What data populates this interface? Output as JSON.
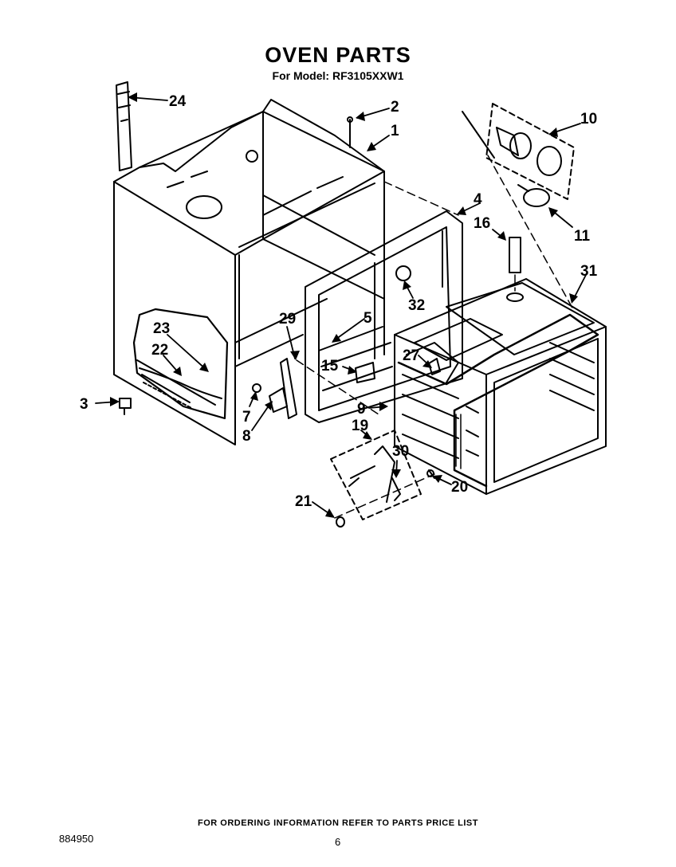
{
  "header": {
    "title": "OVEN PARTS",
    "subtitle": "For Model: RF3105XXW1"
  },
  "callouts": [
    "24",
    "2",
    "1",
    "10",
    "4",
    "16",
    "11",
    "31",
    "32",
    "29",
    "5",
    "23",
    "22",
    "15",
    "27",
    "3",
    "7",
    "8",
    "9",
    "19",
    "30",
    "20",
    "21"
  ],
  "footer": {
    "ordering_info": "FOR ORDERING INFORMATION REFER TO PARTS PRICE LIST",
    "doc_number": "884950",
    "page_number": "6"
  }
}
